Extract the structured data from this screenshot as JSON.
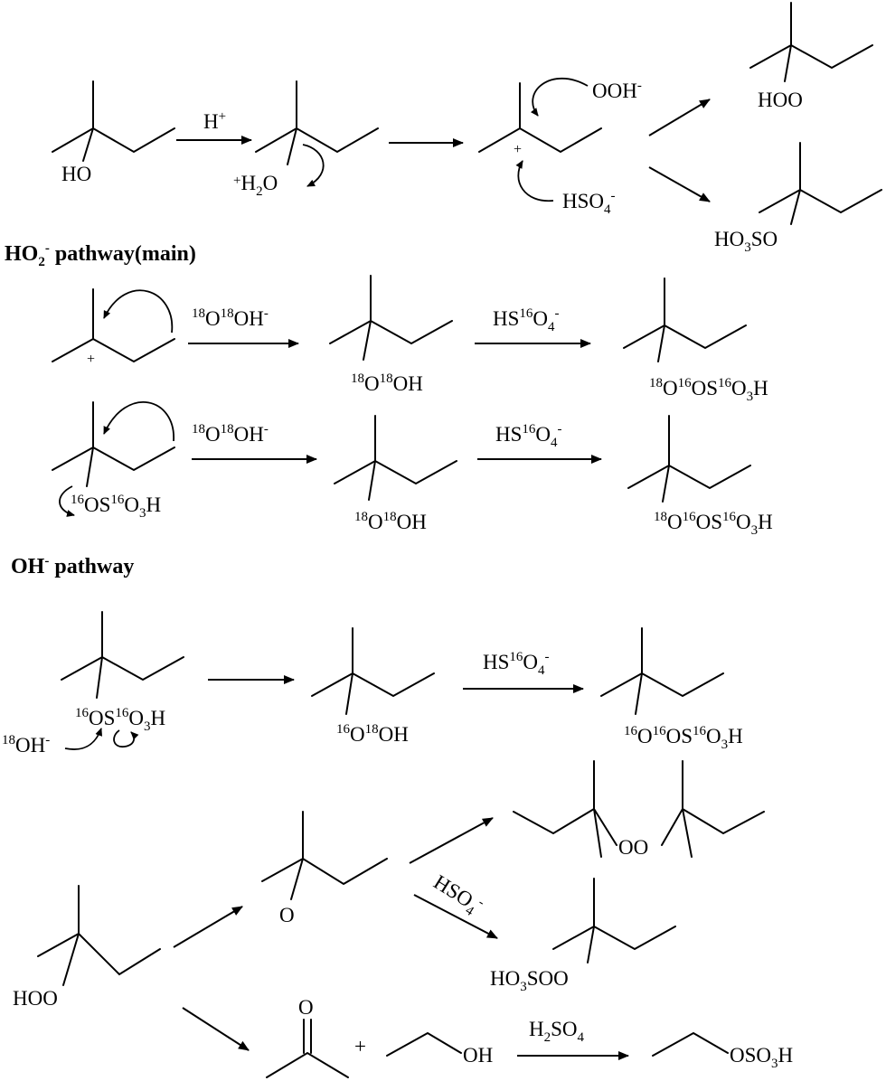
{
  "headings": {
    "ho2_pathway": {
      "main": "HO",
      "sub": "2",
      "sup": "-",
      "rest": " pathway(main)"
    },
    "oh_pathway": {
      "main": "OH",
      "sup": "-",
      "rest": " pathway"
    }
  },
  "top": {
    "reactant_label": "HO",
    "protonation": {
      "main": "H",
      "sup": "+"
    },
    "protonated_label": {
      "sup": "+",
      "main": "H",
      "sub": "2",
      "rest": "O"
    },
    "carbocation_charge": "+",
    "nucleophile_ooh": {
      "main": "OOH",
      "sup": "-"
    },
    "nucleophile_hso4": {
      "main": "HSO",
      "sub": "4",
      "sup": "-"
    },
    "product_hoo": "HOO",
    "product_sulfate": {
      "a": "HO",
      "sub": "3",
      "b": "SO"
    }
  },
  "ho2_row1": {
    "carbocation_charge": "+",
    "reagent1": {
      "sup1": "18",
      "a": "O",
      "sup2": "18",
      "b": "OH",
      "sup3": "-"
    },
    "product1": {
      "sup1": "18",
      "a": "O",
      "sup2": "18",
      "b": "OH"
    },
    "reagent2": {
      "a": "HS",
      "sup1": "16",
      "b": "O",
      "sub": "4",
      "sup2": "-"
    },
    "product2": {
      "sup1": "18",
      "a": "O",
      "sup2": "16",
      "b": "OS",
      "sup3": "16",
      "c": "O",
      "sub": "3",
      "d": "H"
    }
  },
  "ho2_row2": {
    "reactant": {
      "sup1": "16",
      "a": "OS",
      "sup2": "16",
      "b": "O",
      "sub": "3",
      "c": "H"
    },
    "reagent1": {
      "sup1": "18",
      "a": "O",
      "sup2": "18",
      "b": "OH",
      "sup3": "-"
    },
    "product1": {
      "sup1": "18",
      "a": "O",
      "sup2": "18",
      "b": "OH"
    },
    "reagent2": {
      "a": "HS",
      "sup1": "16",
      "b": "O",
      "sub": "4",
      "sup2": "-"
    },
    "product2": {
      "sup1": "18",
      "a": "O",
      "sup2": "16",
      "b": "OS",
      "sup3": "16",
      "c": "O",
      "sub": "3",
      "d": "H"
    }
  },
  "oh_row": {
    "reactant": {
      "sup1": "16",
      "a": "OS",
      "sup2": "16",
      "b": "O",
      "sub": "3",
      "c": "H"
    },
    "nucleophile": {
      "sup1": "18",
      "a": "OH",
      "sup2": "-"
    },
    "product1": {
      "sup1": "16",
      "a": "O",
      "sup2": "18",
      "b": "OH"
    },
    "reagent2": {
      "a": "HS",
      "sup1": "16",
      "b": "O",
      "sub": "4",
      "sup2": "-"
    },
    "product2": {
      "sup1": "16",
      "a": "O",
      "sup2": "16",
      "b": "OS",
      "sup3": "16",
      "c": "O",
      "sub": "3",
      "d": "H"
    }
  },
  "bottom": {
    "reactant_label": "HOO",
    "epoxide_label": "O",
    "peroxide_label": "OO",
    "hso4_label": {
      "main": "HSO",
      "sub": "4",
      "sup": "-"
    },
    "peroxysulfate_label": {
      "a": "HO",
      "sub": "3",
      "b": "SOO"
    },
    "ketone_o": "O",
    "plus": "+",
    "ethanol_label": "OH",
    "acid_label": {
      "a": "H",
      "sub": "2",
      "b": "SO",
      "sub2": "4"
    },
    "ethylsulfate_label": {
      "a": "OSO",
      "sub": "3",
      "b": "H"
    }
  }
}
